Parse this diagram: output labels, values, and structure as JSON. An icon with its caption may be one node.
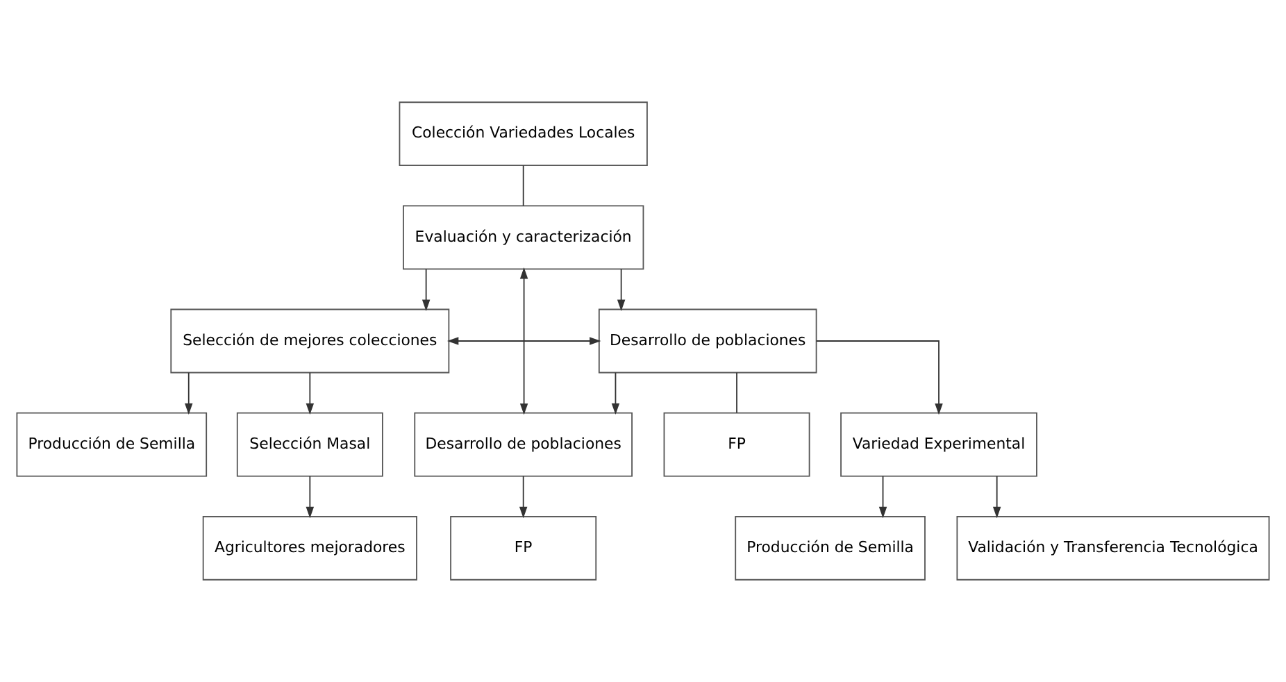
{
  "diagram": {
    "nodes": [
      {
        "text": [
          "Colección Variedades Locales"
        ]
      },
      {
        "text": [
          "Evaluación y caracterización"
        ]
      },
      {
        "text": [
          "Selección de mejores colecciones"
        ]
      },
      {
        "text": [
          "Desarrollo de poblaciones"
        ]
      },
      {
        "text": [
          "Producción de Semilla"
        ]
      },
      {
        "text": [
          "Selección Masal"
        ]
      },
      {
        "text": [
          "Desarrollo de poblaciones"
        ]
      },
      {
        "text": [
          "FP"
        ]
      },
      {
        "text": [
          "Variedad Experimental"
        ]
      },
      {
        "text": [
          "Agricultores mejoradores"
        ]
      },
      {
        "text": [
          "FP"
        ]
      },
      {
        "text": [
          "Producción de Semilla"
        ]
      },
      {
        "text": [
          "Validación y Transferencia Tecnológica"
        ]
      }
    ],
    "edges": [
      {
        "from": 0,
        "to": 1,
        "arrow": "none"
      },
      {
        "from": 1,
        "to": 2,
        "arrow": "to"
      },
      {
        "from": 1,
        "to": 3,
        "arrow": "to"
      },
      {
        "from": 2,
        "to": 3,
        "arrow": "both"
      },
      {
        "from": 1,
        "to": 6,
        "arrow": "both"
      },
      {
        "from": 2,
        "to": 4,
        "arrow": "to"
      },
      {
        "from": 2,
        "to": 5,
        "arrow": "to"
      },
      {
        "from": 3,
        "to": 6,
        "arrow": "to"
      },
      {
        "from": 3,
        "to": 7,
        "arrow": "none"
      },
      {
        "from": 3,
        "to": 8,
        "arrow": "to"
      },
      {
        "from": 5,
        "to": 9,
        "arrow": "to"
      },
      {
        "from": 6,
        "to": 10,
        "arrow": "to"
      },
      {
        "from": 8,
        "to": 11,
        "arrow": "to"
      },
      {
        "from": 8,
        "to": 12,
        "arrow": "to"
      }
    ]
  }
}
